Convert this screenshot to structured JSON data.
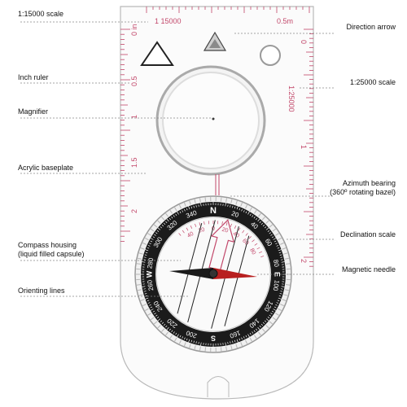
{
  "callouts": {
    "scale_15000": "1:15000 scale",
    "inch_ruler": "Inch ruler",
    "magnifier": "Magnifier",
    "acrylic_baseplate": "Acrylic baseplate",
    "compass_housing_line1": "Compass housing",
    "compass_housing_line2": "(liquid filled capsule)",
    "orienting_lines": "Orienting lines",
    "direction_arrow": "Direction arrow",
    "scale_25000": "1:25000 scale",
    "azimuth_line1": "Azimuth bearing",
    "azimuth_line2": "(360º rotating bazel)",
    "declination_scale": "Declination scale",
    "magnetic_needle": "Magnetic needle"
  },
  "baseplate": {
    "top_left_scale": "1 15000",
    "top_right_scale": "0.5m",
    "side_scale": "1:25000",
    "inch_labels": [
      "0 in",
      "0.5",
      "1",
      "1.5",
      "2"
    ],
    "cm_labels": [
      "0",
      "1",
      "2"
    ]
  },
  "bezel": {
    "cardinals": [
      "N",
      "E",
      "S",
      "W"
    ],
    "degree_labels": [
      "20",
      "40",
      "60",
      "80",
      "100",
      "120",
      "140",
      "160",
      "200",
      "220",
      "240",
      "260",
      "280",
      "300",
      "320",
      "340"
    ],
    "declination_labels": [
      "40",
      "20",
      "0",
      "20",
      "40",
      "60",
      "80"
    ]
  },
  "colors": {
    "ink": "#111111",
    "callout_line": "#888888",
    "ruler_pink": "#c2476a",
    "needle_red": "#b81f1f",
    "needle_dark": "#1a1a1a",
    "bezel_black": "#1b1b1b",
    "plate_stroke": "#b9b9b9"
  }
}
